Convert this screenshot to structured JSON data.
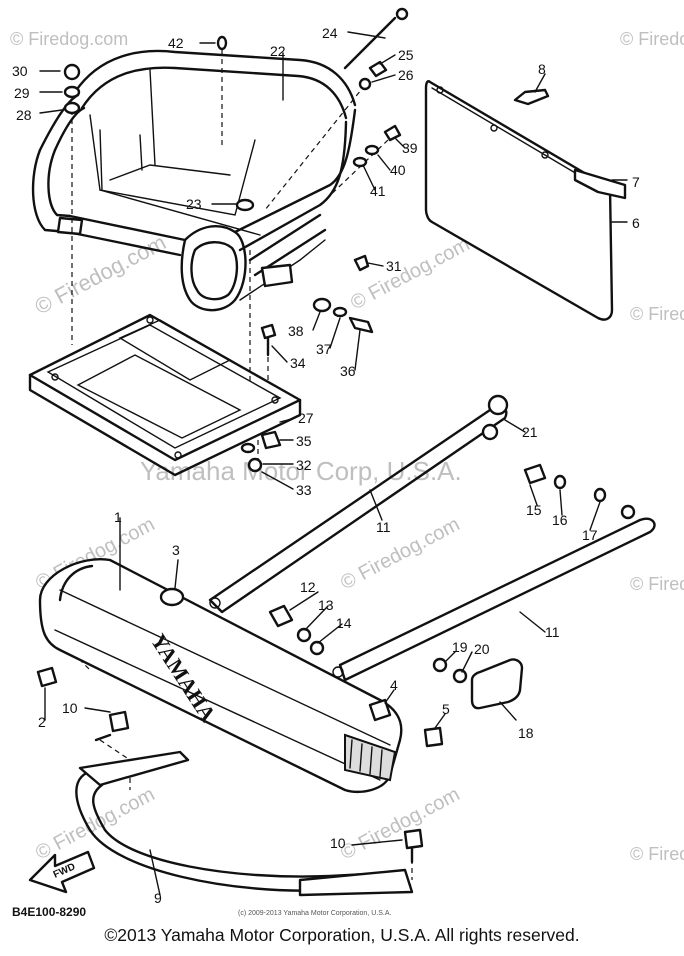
{
  "watermarks": {
    "firedog": "© Firedog.com",
    "corp": "Yamaha Motor Corp, U.S.A."
  },
  "diagram_code": "B4E100-8290",
  "small_credit": "(c) 2009-2013 Yamaha Motor Corporation, U.S.A.",
  "copyright": "©2013 Yamaha Motor Corporation, U.S.A. All rights reserved.",
  "fwd_label": "FWD",
  "brand_mark": "YAMAHA",
  "callouts": {
    "c1": "1",
    "c2": "2",
    "c3": "3",
    "c4": "4",
    "c5": "5",
    "c6": "6",
    "c7": "7",
    "c8": "8",
    "c9": "9",
    "c10a": "10",
    "c10b": "10",
    "c11a": "11",
    "c11b": "11",
    "c12": "12",
    "c13": "13",
    "c14": "14",
    "c15": "15",
    "c16": "16",
    "c17": "17",
    "c18": "18",
    "c19": "19",
    "c20": "20",
    "c21": "21",
    "c22": "22",
    "c23": "23",
    "c24": "24",
    "c25": "25",
    "c26": "26",
    "c27": "27",
    "c28": "28",
    "c29": "29",
    "c30": "30",
    "c31": "31",
    "c32": "32",
    "c33": "33",
    "c34": "34",
    "c35": "35",
    "c36": "36",
    "c37": "37",
    "c38": "38",
    "c39": "39",
    "c40": "40",
    "c41": "41",
    "c42": "42"
  }
}
